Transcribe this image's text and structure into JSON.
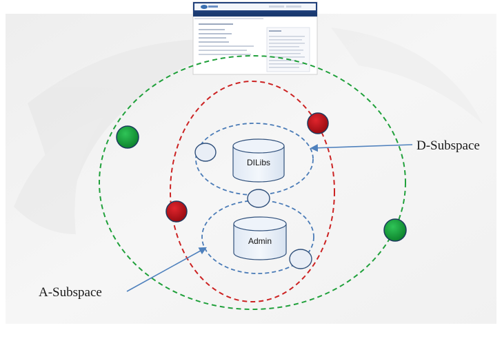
{
  "diagram": {
    "labels": {
      "d_subspace": "D-Subspace",
      "a_subspace": "A-Subspace"
    },
    "databases": {
      "top": "DILibs",
      "bottom": "Admin"
    },
    "colors": {
      "outer_ring": "#1fa03a",
      "middle_ring": "#cc2222",
      "subspace_ring": "#4a7bb7",
      "green_node": "#0f9a35",
      "red_node": "#c1121a",
      "empty_node": "#e9eef6",
      "arrow": "#4f81bd"
    },
    "icons": {
      "webpage": "webpage-thumbnail-icon"
    }
  }
}
